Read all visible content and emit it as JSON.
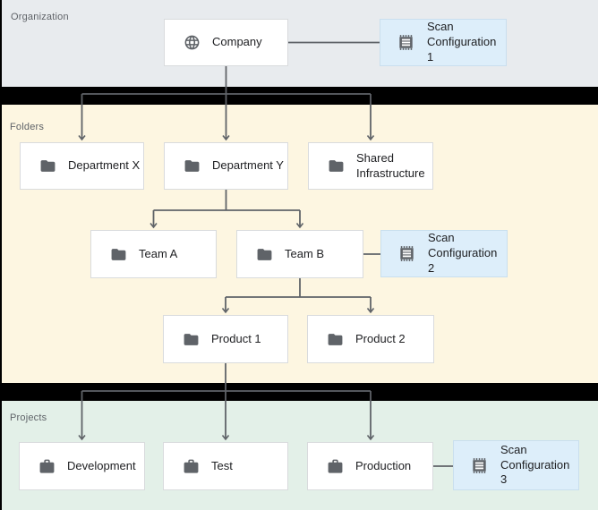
{
  "sections": {
    "organization": {
      "label": "Organization"
    },
    "folders": {
      "label": "Folders"
    },
    "projects": {
      "label": "Projects"
    }
  },
  "nodes": {
    "company": {
      "label": "Company",
      "icon": "globe-icon",
      "section": "organization"
    },
    "scan_config_1": {
      "label": "Scan Configuration 1",
      "icon": "scan-config-icon",
      "section": "organization"
    },
    "department_x": {
      "label": "Department X",
      "icon": "folder-icon",
      "section": "folders"
    },
    "department_y": {
      "label": "Department Y",
      "icon": "folder-icon",
      "section": "folders"
    },
    "shared_infrastructure": {
      "label": "Shared Infrastructure",
      "icon": "folder-icon",
      "section": "folders"
    },
    "team_a": {
      "label": "Team A",
      "icon": "folder-icon",
      "section": "folders"
    },
    "team_b": {
      "label": "Team B",
      "icon": "folder-icon",
      "section": "folders"
    },
    "scan_config_2": {
      "label": "Scan Configuration 2",
      "icon": "scan-config-icon",
      "section": "folders"
    },
    "product_1": {
      "label": "Product 1",
      "icon": "folder-icon",
      "section": "folders"
    },
    "product_2": {
      "label": "Product 2",
      "icon": "folder-icon",
      "section": "folders"
    },
    "development": {
      "label": "Development",
      "icon": "briefcase-icon",
      "section": "projects"
    },
    "test": {
      "label": "Test",
      "icon": "briefcase-icon",
      "section": "projects"
    },
    "production": {
      "label": "Production",
      "icon": "briefcase-icon",
      "section": "projects"
    },
    "scan_config_3": {
      "label": "Scan Configuration 3",
      "icon": "scan-config-icon",
      "section": "projects"
    }
  },
  "edges": [
    {
      "from": "Company",
      "to": [
        "Department X",
        "Department Y",
        "Shared Infrastructure"
      ],
      "type": "hierarchy"
    },
    {
      "from": "Department Y",
      "to": [
        "Team A",
        "Team B"
      ],
      "type": "hierarchy"
    },
    {
      "from": "Team B",
      "to": [
        "Product 1",
        "Product 2"
      ],
      "type": "hierarchy"
    },
    {
      "from": "Product 1",
      "to": [
        "Development",
        "Test",
        "Production"
      ],
      "type": "hierarchy"
    },
    {
      "from": "Company",
      "to": [
        "Scan Configuration 1"
      ],
      "type": "attachment"
    },
    {
      "from": "Team B",
      "to": [
        "Scan Configuration 2"
      ],
      "type": "attachment"
    },
    {
      "from": "Production",
      "to": [
        "Scan Configuration 3"
      ],
      "type": "attachment"
    }
  ],
  "colors": {
    "organization_band": "#e8ebee",
    "folders_band": "#fdf6e1",
    "projects_band": "#e3f0e8",
    "divider_band": "#000000",
    "scan_fill": "#ddeefa",
    "scan_border": "#c9dfee",
    "node_fill": "#ffffff",
    "node_border": "#d9dbdd",
    "icon_color": "#5f6368",
    "connector_color": "#5f6368",
    "label_color": "#5f6368",
    "text_color": "#202124"
  }
}
